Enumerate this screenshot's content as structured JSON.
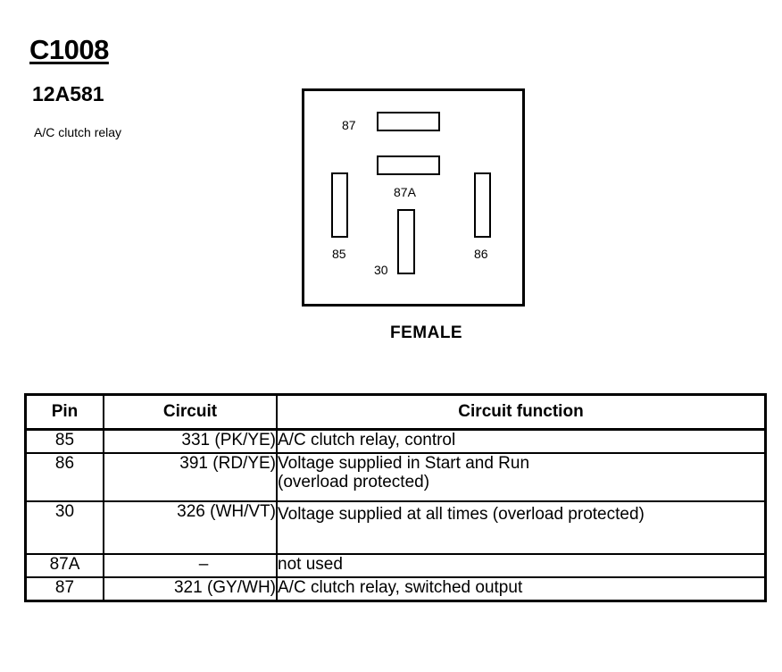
{
  "connector": {
    "id": "C1008",
    "part_number": "12A581",
    "description": "A/C clutch relay",
    "gender": "FEMALE"
  },
  "pins": {
    "p87": "87",
    "p87a": "87A",
    "p85": "85",
    "p86": "86",
    "p30": "30"
  },
  "table": {
    "headers": {
      "pin": "Pin",
      "circuit": "Circuit",
      "function": "Circuit function"
    },
    "rows": [
      {
        "pin": "85",
        "circuit": "331 (PK/YE)",
        "function_line1": "A/C clutch relay, control",
        "function_line2": ""
      },
      {
        "pin": "86",
        "circuit": "391 (RD/YE)",
        "function_line1": "Voltage supplied in Start and Run",
        "function_line2": "(overload protected)"
      },
      {
        "pin": "30",
        "circuit": "326 (WH/VT)",
        "function_line1": "Voltage supplied at all times (overload protected)",
        "function_line2": ""
      },
      {
        "pin": "87A",
        "circuit": "–",
        "function_line1": "not used",
        "function_line2": ""
      },
      {
        "pin": "87",
        "circuit": "321 (GY/WH)",
        "function_line1": "A/C clutch relay, switched output",
        "function_line2": ""
      }
    ]
  }
}
